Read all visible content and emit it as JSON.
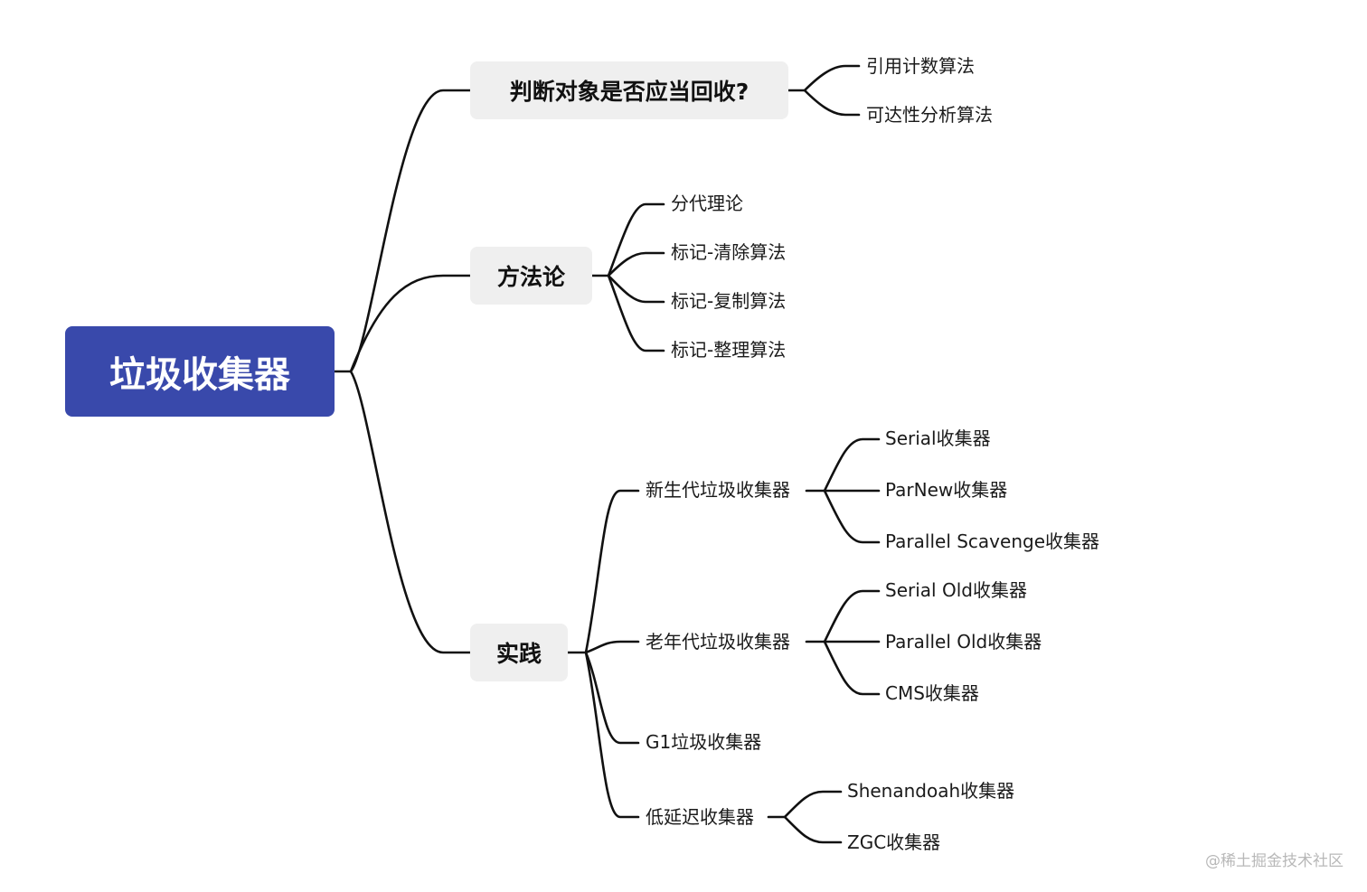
{
  "mindmap": {
    "root": "垃圾收集器",
    "branch_judge": {
      "label": "判断对象是否应当回收?",
      "children": [
        "引用计数算法",
        "可达性分析算法"
      ]
    },
    "branch_method": {
      "label": "方法论",
      "children": [
        "分代理论",
        "标记-清除算法",
        "标记-复制算法",
        "标记-整理算法"
      ]
    },
    "branch_practice": {
      "label": "实践",
      "young": {
        "label": "新生代垃圾收集器",
        "children": [
          "Serial收集器",
          "ParNew收集器",
          "Parallel Scavenge收集器"
        ]
      },
      "old": {
        "label": "老年代垃圾收集器",
        "children": [
          "Serial Old收集器",
          "Parallel Old收集器",
          "CMS收集器"
        ]
      },
      "g1": {
        "label": "G1垃圾收集器"
      },
      "low_latency": {
        "label": "低延迟收集器",
        "children": [
          "Shenandoah收集器",
          "ZGC收集器"
        ]
      }
    }
  },
  "watermark": "@稀土掘金技术社区",
  "colors": {
    "root_bg": "#3949ab",
    "branch_bg": "#efefef",
    "line": "#111111"
  }
}
